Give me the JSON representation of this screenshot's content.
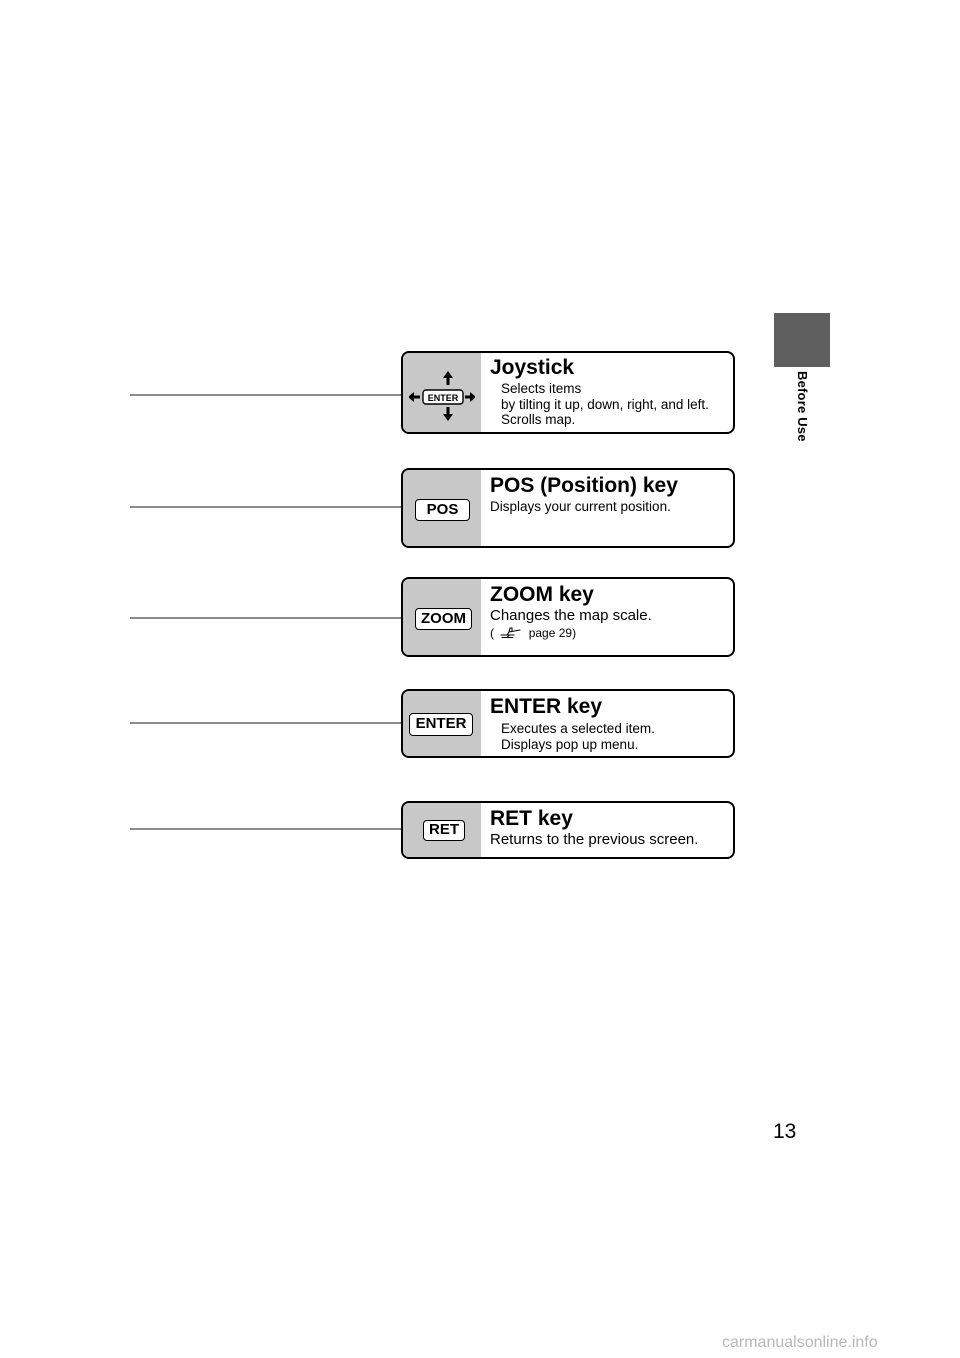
{
  "side_tab": {
    "label": "Before Use",
    "color": "#5f5f5f"
  },
  "keys": {
    "joystick": {
      "title": "Joystick",
      "key_label": "ENTER",
      "lines": [
        "Selects items",
        "by tilting it up, down, right, and left.",
        "Scrolls map."
      ]
    },
    "pos": {
      "title": "POS (Position) key",
      "key_label": "POS",
      "lines": [
        "Displays your current position."
      ]
    },
    "zoom": {
      "title": "ZOOM key",
      "key_label": "ZOOM",
      "lines": [
        "Changes the map scale."
      ],
      "reference_open": "(",
      "reference_icon": "pointing-hand-icon",
      "reference_text": "page 29)"
    },
    "enter": {
      "title": "ENTER key",
      "key_label": "ENTER",
      "lines": [
        "Executes a selected item.",
        "Displays pop up menu."
      ]
    },
    "ret": {
      "title": "RET key",
      "key_label": "RET",
      "lines": [
        "Returns to the previous screen."
      ]
    }
  },
  "page_number": "13",
  "watermark": "carmanualsonline.info",
  "colors": {
    "key_column": "#c8c8c8",
    "leader_line": "#8a8a8a"
  }
}
